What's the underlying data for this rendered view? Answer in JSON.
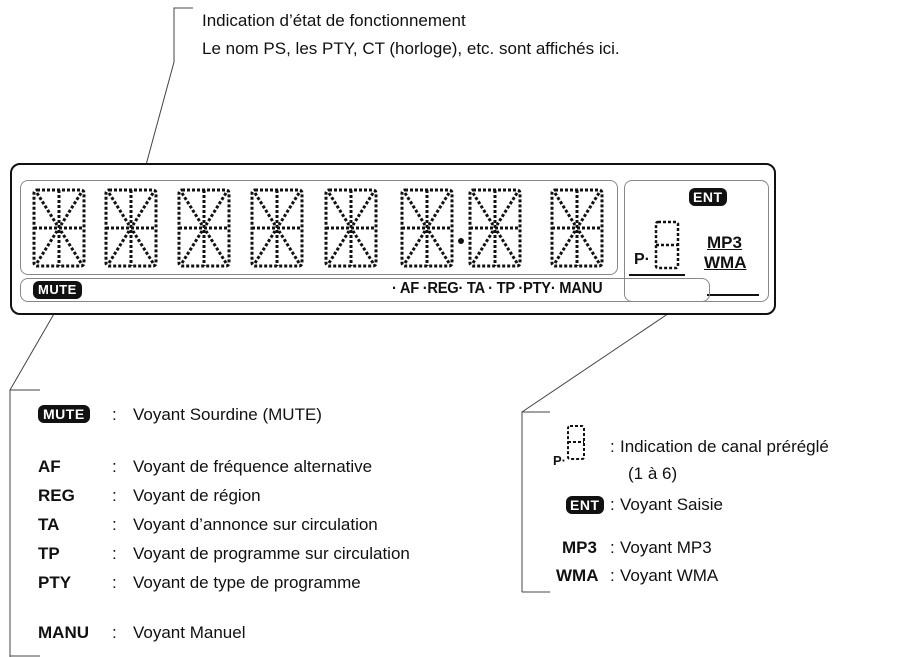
{
  "top_caption": {
    "line1": "Indication d’état de fonctionnement",
    "line2": "Le nom PS, les PTY, CT (horloge), etc. sont affichés ici."
  },
  "display": {
    "mute_badge": "MUTE",
    "ent_badge": "ENT",
    "indicator_line": "· AF ·REG· TA · TP ·PTY· MANU",
    "preset_prefix": "P·",
    "mp3": "MP3",
    "wma": "WMA"
  },
  "legend_left": [
    {
      "key": "MUTE",
      "colon": ":",
      "desc": "Voyant Sourdine (MUTE)"
    },
    {
      "key": "AF",
      "colon": ":",
      "desc": "Voyant de fréquence alternative"
    },
    {
      "key": "REG",
      "colon": ":",
      "desc": "Voyant de région"
    },
    {
      "key": "TA",
      "colon": ":",
      "desc": "Voyant d’annonce sur circulation"
    },
    {
      "key": "TP",
      "colon": ":",
      "desc": "Voyant de programme sur circulation"
    },
    {
      "key": "PTY",
      "colon": ":",
      "desc": "Voyant de type de programme"
    },
    {
      "key": "MANU",
      "colon": ":",
      "desc": "Voyant Manuel"
    }
  ],
  "legend_right": {
    "preset_prefix": "P·",
    "preset_colon": ":",
    "preset_desc_line1": "Indication de canal préréglé",
    "preset_desc_line2": "(1 à 6)",
    "ent_key": "ENT",
    "ent_colon": ":",
    "ent_desc": "Voyant Saisie",
    "mp3_key": "MP3",
    "mp3_colon": ":",
    "mp3_desc": "Voyant MP3",
    "wma_key": "WMA",
    "wma_colon": ":",
    "wma_desc": "Voyant WMA"
  }
}
